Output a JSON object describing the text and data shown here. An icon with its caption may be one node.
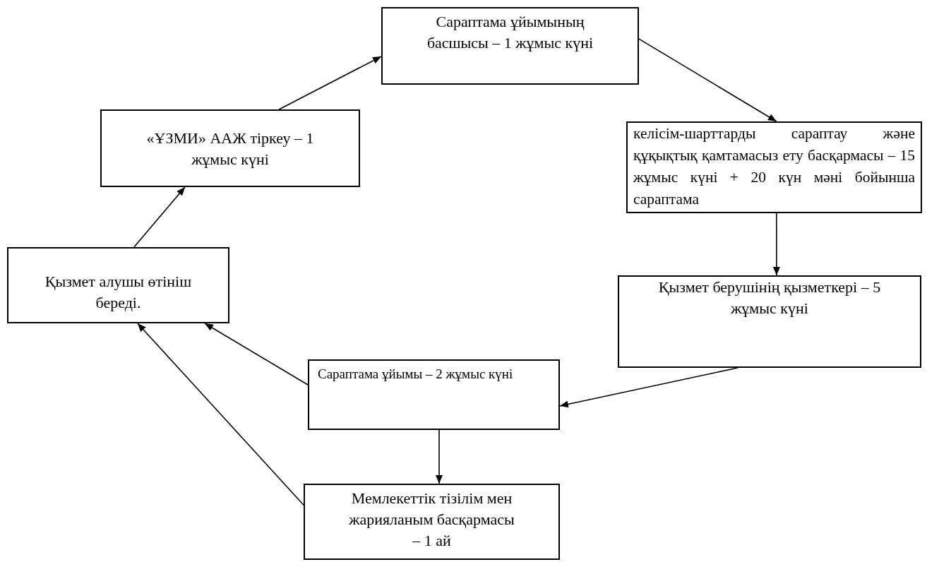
{
  "diagram": {
    "nodes": [
      {
        "text": [
          "Қызмет алушы өтініш береді."
        ]
      },
      {
        "text": [
          "«ҰЗМИ» ААЖ тіркеу – 1 жұмыс күні"
        ]
      },
      {
        "text": [
          "Сараптама ұйымының басшысы – 1 жұмыс күні"
        ]
      },
      {
        "text": [
          "келісім-шарттарды сараптау және құқықтық қамтамасыз ету басқармасы – 15 жұмыс күні + 20 күн мәні бойынша сараптама"
        ]
      },
      {
        "text": [
          "Қызмет берушінің қызметкері – 5 жұмыс күні"
        ]
      },
      {
        "text": [
          "Сараптама ұйымы – 2 жұмыс күні"
        ]
      },
      {
        "text": [
          "Мемлекеттік тізілім мен жарияланым басқармасы – 1 ай"
        ]
      }
    ],
    "edges": [
      {
        "from": 0,
        "to": 1,
        "arrow": "to"
      },
      {
        "from": 1,
        "to": 2,
        "arrow": "to"
      },
      {
        "from": 2,
        "to": 3,
        "arrow": "to"
      },
      {
        "from": 3,
        "to": 4,
        "arrow": "to"
      },
      {
        "from": 4,
        "to": 5,
        "arrow": "to"
      },
      {
        "from": 5,
        "to": 0,
        "arrow": "to"
      },
      {
        "from": 6,
        "to": 0,
        "arrow": "to"
      },
      {
        "from": 5,
        "to": 6,
        "arrow": "to"
      }
    ]
  }
}
